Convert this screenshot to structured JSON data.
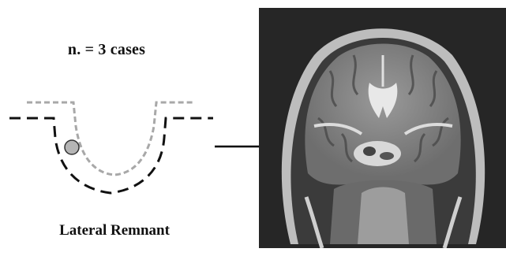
{
  "diagram": {
    "cases_label": "n. = 3 cases",
    "caption": "Lateral Remnant"
  },
  "colors": {
    "outer_contour": "#111111",
    "inner_contour": "#a8a8a8",
    "remnant_fill": "#b5b5b5",
    "mri_background": "#2a2a2a"
  },
  "mri_image": {
    "modality": "coronal T2-weighted MRI",
    "icon": "brain-mri-image"
  }
}
